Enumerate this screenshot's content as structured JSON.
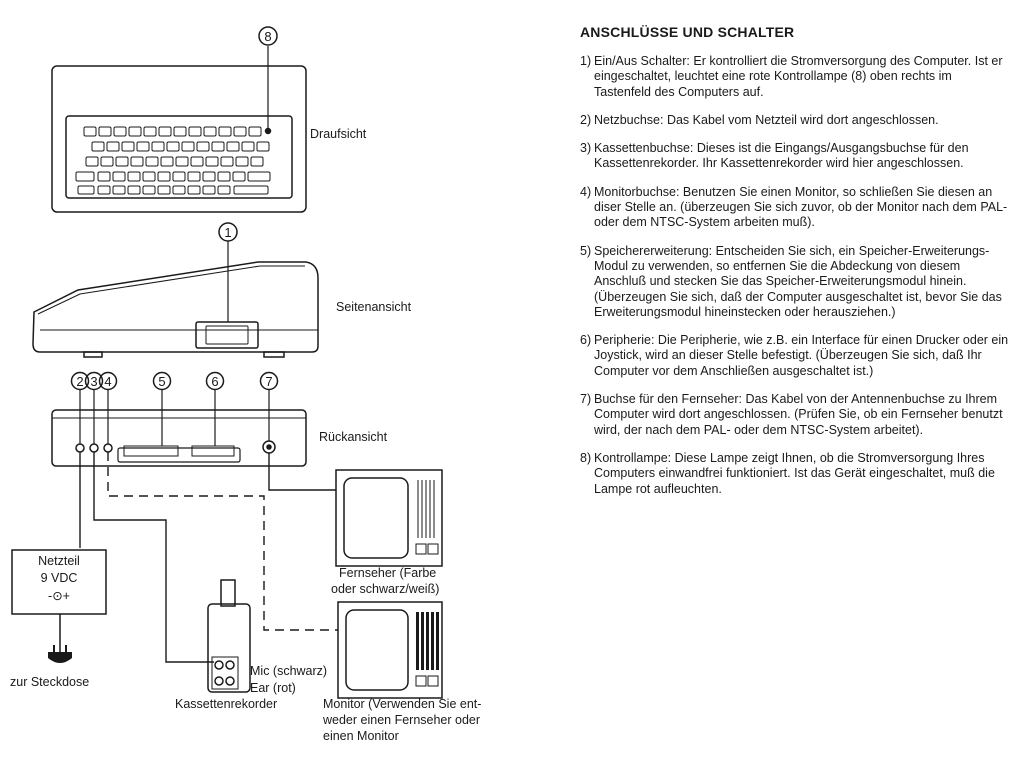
{
  "diagram": {
    "callouts": [
      "8",
      "1",
      "2",
      "3",
      "4",
      "5",
      "6",
      "7"
    ],
    "views": {
      "top": "Draufsicht",
      "side": "Seitenansicht",
      "back": "Rückansicht"
    },
    "power_supply": {
      "title": "Netzteil",
      "voltage": "9 VDC",
      "polarity": "-⊙+",
      "outlet": "zur Steckdose"
    },
    "tv": {
      "line1": "Fernseher (Farbe",
      "line2": "oder schwarz/weiß)"
    },
    "cassette": {
      "mic": "Mic (schwarz)",
      "ear": "Ear (rot)",
      "label": "Kassettenrekorder"
    },
    "monitor": {
      "line1": "Monitor (Verwenden Sie ent-",
      "line2": "weder einen Fernseher oder",
      "line3": "einen Monitor"
    }
  },
  "section": {
    "heading": "ANSCHLÜSSE UND SCHALTER",
    "items": [
      {
        "num": "1)",
        "text": "Ein/Aus Schalter: Er kontrolliert die Stromversorgung des Computer. Ist er eingeschaltet, leuchtet eine rote Kontrollampe (8) oben rechts im Tastenfeld des Computers auf."
      },
      {
        "num": "2)",
        "text": "Netzbuchse: Das Kabel vom Netzteil wird dort angeschlossen."
      },
      {
        "num": "3)",
        "text": "Kassettenbuchse: Dieses ist die Eingangs/Ausgangsbuchse für den Kassettenrekorder. Ihr Kassettenrekorder wird hier angeschlossen."
      },
      {
        "num": "4)",
        "text": "Monitorbuchse: Benutzen Sie einen Monitor, so schließen Sie diesen an diser Stelle an. (überzeugen Sie sich zuvor, ob der Monitor nach dem PAL- oder dem NTSC-System arbeiten muß)."
      },
      {
        "num": "5)",
        "text": "Speichererweiterung: Entscheiden Sie sich, ein Speicher-Erweiterungs-Modul zu verwenden, so entfernen Sie die Abdeckung von diesem Anschluß und stecken Sie das Speicher-Erweiterungsmodul hinein. (Überzeugen Sie sich, daß der Computer ausgeschaltet ist, bevor Sie das Erweiterungsmodul hineinstecken oder herausziehen.)"
      },
      {
        "num": "6)",
        "text": "Peripherie: Die Peripherie, wie z.B. ein Interface für einen Drucker oder ein Joystick, wird an dieser Stelle befestigt. (Überzeugen Sie sich, daß Ihr Computer vor dem Anschließen ausgeschaltet ist.)"
      },
      {
        "num": "7)",
        "text": "Buchse für den Fernseher: Das Kabel von der Antennenbuchse zu Ihrem Computer wird dort angeschlossen. (Prüfen Sie, ob ein Fernseher benutzt wird, der nach dem PAL- oder dem NTSC-System arbeitet)."
      },
      {
        "num": "8)",
        "text": "Kontrollampe: Diese Lampe zeigt Ihnen, ob die Stromversorgung Ihres Computers einwandfrei funktioniert. Ist das Gerät eingeschaltet, muß die Lampe rot aufleuchten."
      }
    ]
  }
}
